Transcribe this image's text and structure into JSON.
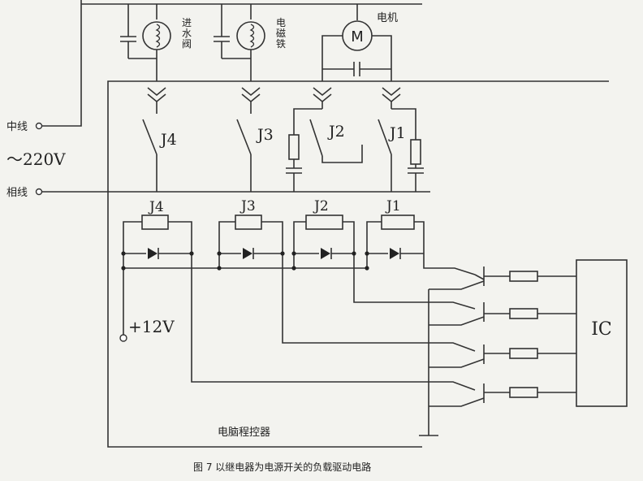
{
  "labels": {
    "neutral": "中线",
    "phase": "相线",
    "voltage_ac": "～220V",
    "voltage_dc": "+12V",
    "load_valve": "进水阀",
    "load_magnet": "电磁铁",
    "load_motor": "电机",
    "motor_symbol": "M",
    "ic": "IC",
    "controller": "电脑程控器",
    "caption": "图 7   以继电器为电源开关的负载驱动电路"
  },
  "relays": [
    "J4",
    "J3",
    "J2",
    "J1"
  ]
}
